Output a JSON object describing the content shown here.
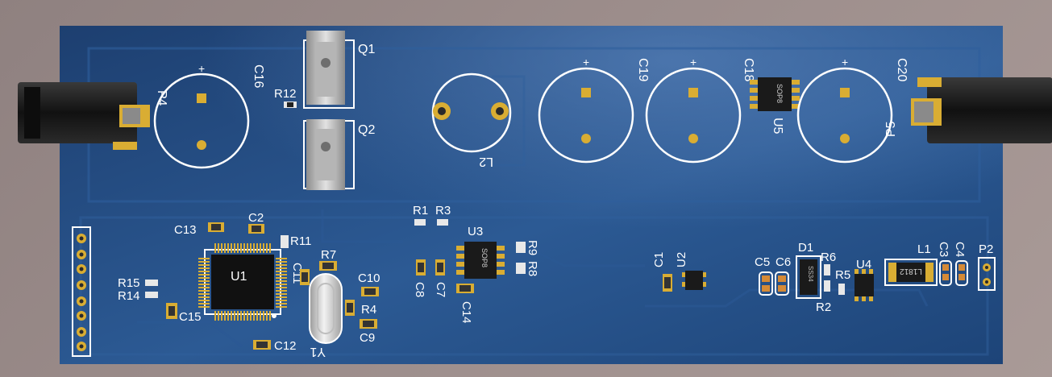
{
  "colors": {
    "background": "#9a8b89",
    "board": "#1f4a80",
    "board_light": "#3f6aa3",
    "silkscreen": "#ffffff",
    "pad_gold": "#d9ad33",
    "ic_body": "#1a1a1a",
    "capacitor_orange": "#d58a36",
    "connector_black": "#151515"
  },
  "labels": {
    "Q1": "Q1",
    "Q2": "Q2",
    "C16": "C16",
    "R12": "R12",
    "P4": "P4",
    "L2": "L2",
    "C19": "C19",
    "C18": "C18",
    "U5": "U5",
    "C20": "C20",
    "P5": "P5",
    "C13": "C13",
    "C2": "C2",
    "R11": "R11",
    "U1": "U1",
    "R15": "R15",
    "R14": "R14",
    "C15": "C15",
    "C11": "C11",
    "R7": "R7",
    "C10": "C10",
    "R4": "R4",
    "C9": "C9",
    "C12": "C12",
    "Y1": "Y1",
    "R1": "R1",
    "R3": "R3",
    "U3": "U3",
    "R9": "R9",
    "R8": "R8",
    "C8": "C8",
    "C7": "C7",
    "C14": "C14",
    "C1": "C1",
    "U2": "U2",
    "C5": "C5",
    "C6": "C6",
    "D1": "D1",
    "R6": "R6",
    "R5": "R5",
    "R2": "R2",
    "U4": "U4",
    "L1": "L1",
    "C3": "C3",
    "C4": "C4",
    "P2": "P2"
  },
  "markings": {
    "sop8_a": "SOP8",
    "sop8_b": "SOP8",
    "inductor": "L1812",
    "diode": "SS34",
    "plus": "+"
  }
}
